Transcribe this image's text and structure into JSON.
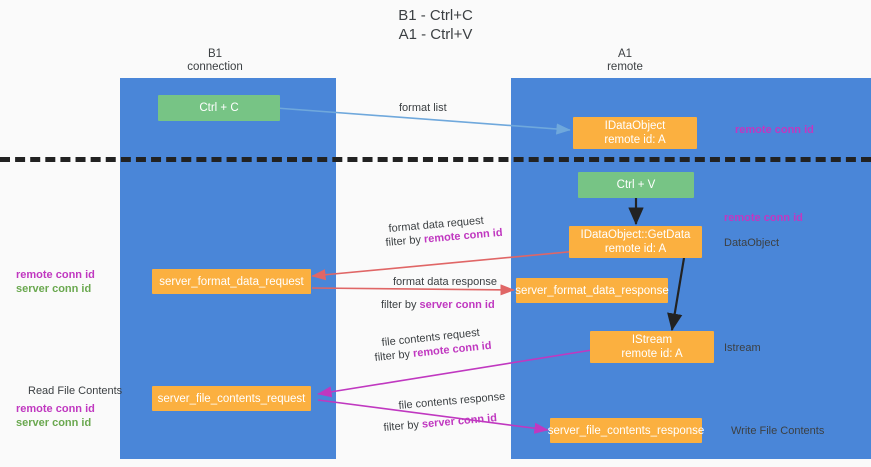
{
  "title": {
    "line1": "B1 - Ctrl+C",
    "line2": "A1 - Ctrl+V"
  },
  "lanes": [
    {
      "id": "b1",
      "name": "B1",
      "sub": "connection",
      "color": "#4a86d8"
    },
    {
      "id": "a1",
      "name": "A1",
      "sub": "remote",
      "color": "#4a86d8"
    }
  ],
  "boxes": {
    "ctrl_c": {
      "line1": "Ctrl + C",
      "line2": "",
      "color": "#77c485"
    },
    "idataobject_top": {
      "line1": "IDataObject",
      "line2": "remote id: A",
      "color": "#fbb040"
    },
    "ctrl_v": {
      "line1": "Ctrl + V",
      "line2": "",
      "color": "#77c485"
    },
    "getdata": {
      "line1": "IDataObject::GetData",
      "line2": "remote id: A",
      "color": "#fbb040"
    },
    "server_format_data_request": {
      "line1": "server_format_data_request",
      "line2": "",
      "color": "#fbb040"
    },
    "server_format_data_response": {
      "line1": "server_format_data_response",
      "line2": "",
      "color": "#fbb040"
    },
    "istream": {
      "line1": "IStream",
      "line2": "remote id: A",
      "color": "#fbb040"
    },
    "server_file_contents_request": {
      "line1": "server_file_contents_request",
      "line2": "",
      "color": "#fbb040"
    },
    "server_file_contents_response": {
      "line1": "server_file_contents_response",
      "line2": "",
      "color": "#fbb040"
    }
  },
  "edge_labels": {
    "format_list": "format list",
    "format_data_request": "format data request",
    "format_data_request_filter_prefix": "filter by ",
    "format_data_request_filter_key": "remote conn id",
    "format_data_response": "format data response",
    "format_data_response_filter_prefix": "filter by ",
    "format_data_response_filter_key": "server conn id",
    "file_contents_request": "file contents request",
    "file_contents_request_filter_prefix": "filter by ",
    "file_contents_request_filter_key": "remote conn id",
    "file_contents_response": "file contents response",
    "file_contents_response_filter_prefix": "filter by ",
    "file_contents_response_filter_key": "server conn id"
  },
  "side_labels": {
    "right_remote_conn_id_top": "remote conn id",
    "right_remote_conn_id_mid": "remote conn id",
    "dataobject": "DataObject",
    "istream": "Istream",
    "write_file_contents": "Write File Contents",
    "read_file_contents": "Read File Contents",
    "left_remote_conn_id_1": "remote conn id",
    "left_server_conn_id_1": "server conn id",
    "left_remote_conn_id_2": "remote conn id",
    "left_server_conn_id_2": "server conn id"
  },
  "colors": {
    "lane": "#4a86d8",
    "green_box": "#77c485",
    "orange_box": "#fbb040",
    "remote_key": "#c038c0",
    "server_key_left": "#6aa84f",
    "arrow_blue": "#6fa8dc",
    "arrow_red": "#e06666",
    "arrow_magenta": "#c038c0",
    "arrow_black": "#222222",
    "divider": "#222222",
    "background": "#fafafa"
  }
}
